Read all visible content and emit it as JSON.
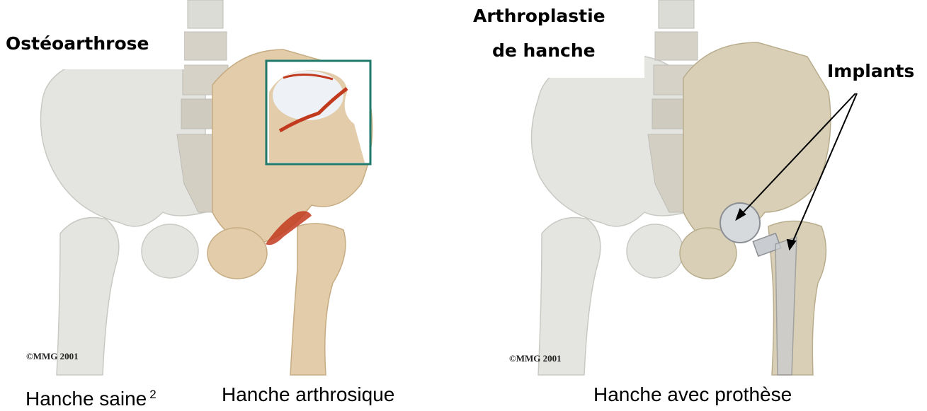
{
  "left_panel": {
    "title": "Ostéoarthrose",
    "copyright": "©MMG 2001",
    "caption_healthy": "Hanche saine",
    "caption_footnote": "2",
    "caption_arthritic": "Hanche arthrosique"
  },
  "right_panel": {
    "title_line1": "Arthroplastie",
    "title_line2": "de hanche",
    "implants_label": "Implants",
    "copyright": "©MMG 2001",
    "caption": "Hanche avec prothèse"
  },
  "colors": {
    "healthy_bone": "#e4e4e0",
    "diseased_bone": "#e2ccaa",
    "arthritis_red": "#c23a1e",
    "inset_border": "#1f7a6b",
    "implant_metal": "#c9ccd0"
  }
}
